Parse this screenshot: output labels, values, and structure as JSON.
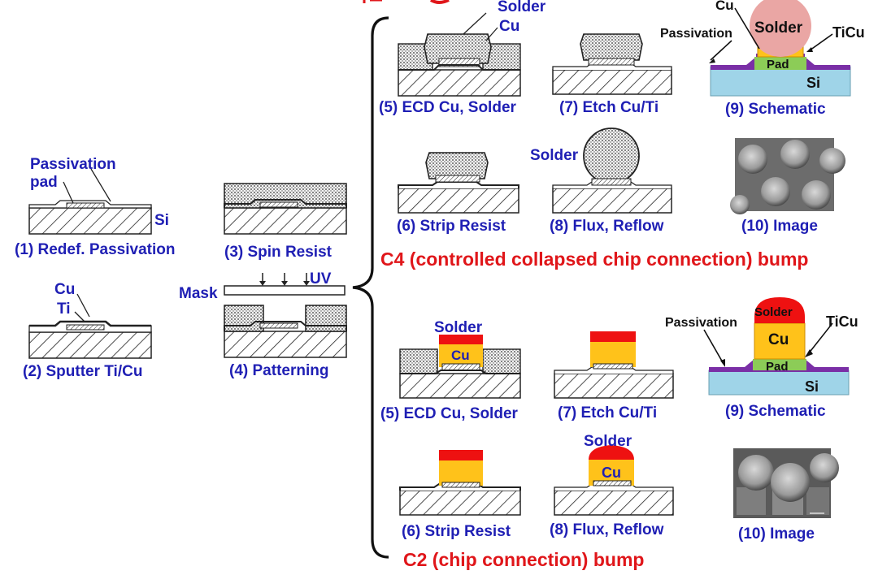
{
  "left": {
    "step1": {
      "caption": "(1) Redef.  Passivation",
      "label_passivation": "Passivation",
      "label_pad": "pad",
      "label_si": "Si"
    },
    "step2": {
      "caption": "(2) Sputter Ti/Cu",
      "label_cu": "Cu",
      "label_ti": "Ti"
    },
    "step3": {
      "caption": "(3) Spin Resist"
    },
    "step4": {
      "caption": "(4) Patterning",
      "label_mask": "Mask",
      "label_uv": "UV"
    }
  },
  "c4": {
    "title": "C4 (controlled collapsed chip connection) bump",
    "step5": {
      "caption": "(5) ECD Cu, Solder",
      "label_solder": "Solder",
      "label_cu": "Cu"
    },
    "step7": {
      "caption": "(7) Etch Cu/Ti"
    },
    "step9": {
      "caption": "(9) Schematic",
      "label_cu": "Cu",
      "label_solder": "Solder",
      "label_passivation": "Passivation",
      "label_ticu": "TiCu",
      "label_pad": "Pad",
      "label_si": "Si"
    },
    "step6": {
      "caption": "(6) Strip Resist"
    },
    "step8": {
      "caption": "(8) Flux, Reflow",
      "label_solder": "Solder"
    },
    "step10": {
      "caption": "(10) Image"
    }
  },
  "c2": {
    "title": "C2 (chip connection) bump",
    "step5": {
      "caption": "(5) ECD Cu, Solder",
      "label_solder": "Solder",
      "label_cu": "Cu"
    },
    "step7": {
      "caption": "(7) Etch Cu/Ti"
    },
    "step9": {
      "caption": "(9) Schematic",
      "label_solder": "Solder",
      "label_cu": "Cu",
      "label_passivation": "Passivation",
      "label_ticu": "TiCu",
      "label_pad": "Pad",
      "label_si": "Si"
    },
    "step6": {
      "caption": "(6) Strip Resist"
    },
    "step8": {
      "caption": "(8) Flux, Reflow",
      "label_solder": "Solder",
      "label_cu": "Cu"
    },
    "step10": {
      "caption": "(10) Image"
    }
  },
  "colors": {
    "caption": "#1f1fb4",
    "title": "#e0161a",
    "cu": "#ffc21a",
    "solder_red": "#ee1111",
    "solder_pink": "#eaa6a4",
    "pad": "#8ccc57",
    "si": "#9fd4e8",
    "passivation": "#7a2fa6"
  }
}
